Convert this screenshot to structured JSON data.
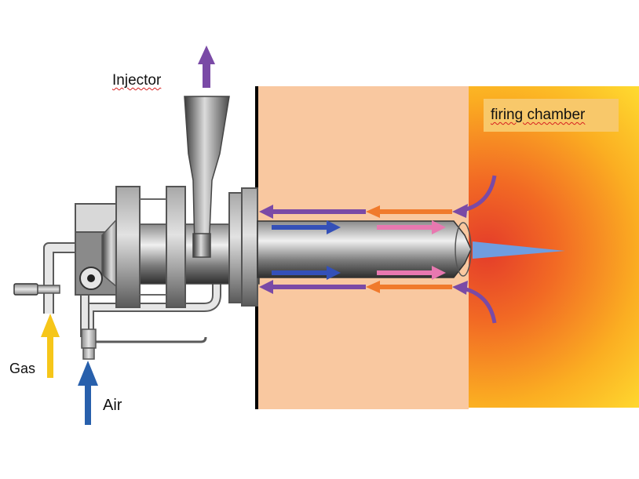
{
  "labels": {
    "injector": "Injector",
    "firing_chamber": "firing chamber",
    "gas": "Gas",
    "air": "Air"
  },
  "colors": {
    "wall": "#f9c8a0",
    "flame_inner": "#ea4a2c",
    "flame_outer": "#ffe030",
    "label_box": "#f8c86a",
    "metal_light": "#e8e8e8",
    "metal_dark": "#3a3a3a",
    "gas_arrow": "#f6c619",
    "air_arrow": "#2860ac",
    "exhaust_arrow": "#7a4aa6",
    "flow_blue": "#3450b8",
    "flow_pink": "#e878b0",
    "flow_orange": "#f07a2c",
    "flow_purple": "#7a4aa6",
    "flame_jet": "#6f9de0"
  }
}
